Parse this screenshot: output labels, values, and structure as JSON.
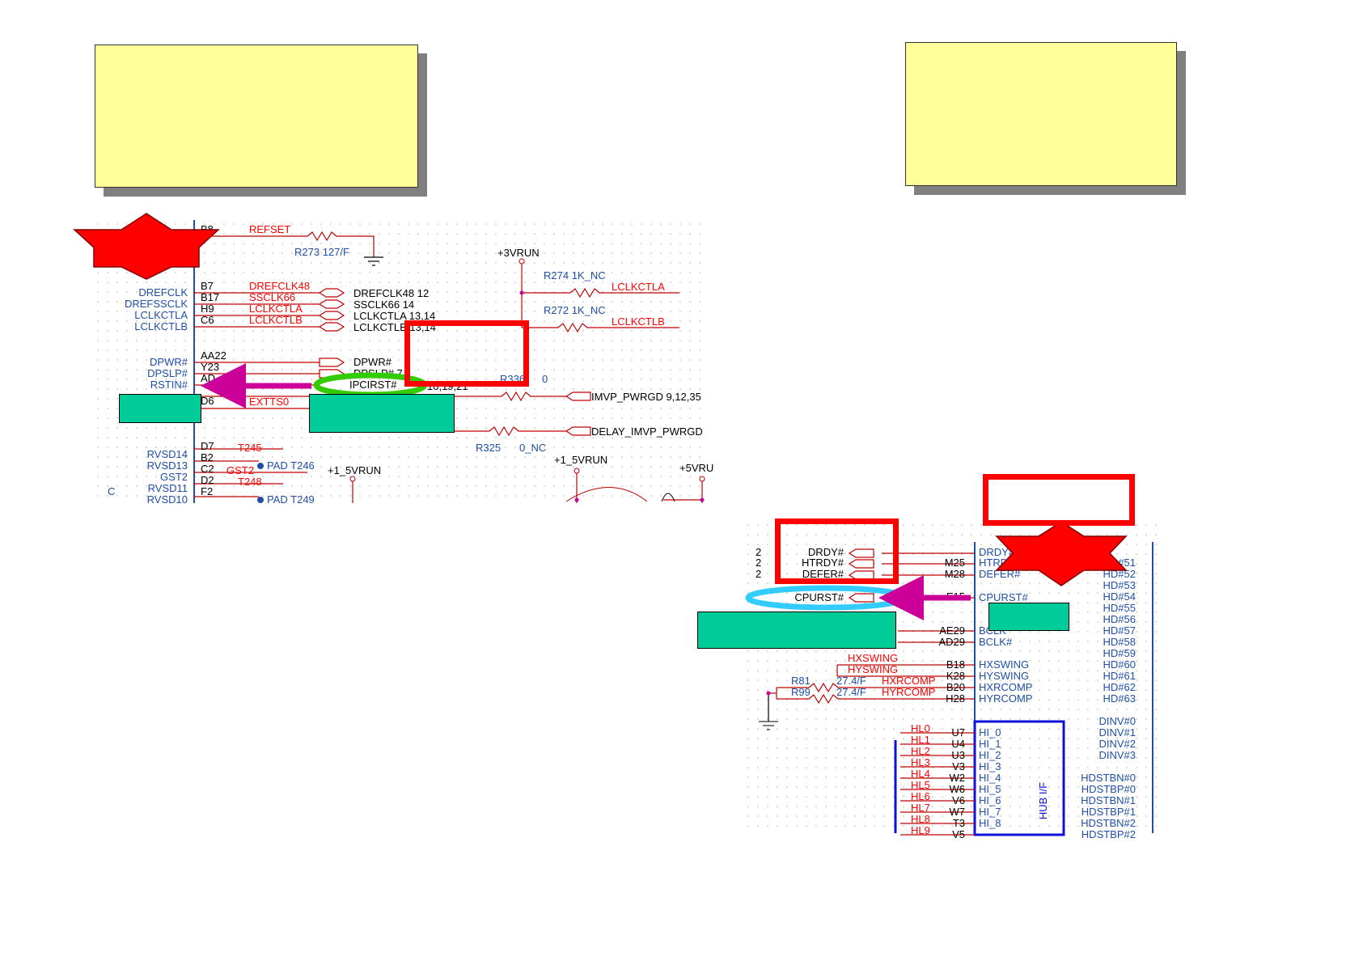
{
  "colors": {
    "net_blue": "#1f4fa8",
    "net_red": "#ff0000",
    "wire_red": "#c00000",
    "note_yellow": "#ffff99",
    "tag_teal": "#00cc99",
    "arrow_magenta": "#cc0099",
    "oval_green": "#33cc00",
    "oval_cyan": "#33ccff"
  },
  "left": {
    "pins_left": [
      "DREFCLK",
      "DREFSSCLK",
      "LCLKCTLA",
      "LCLKCTLB",
      "DPWR#",
      "DPSLP#",
      "RSTIN#",
      "RVSD14",
      "RVSD13",
      "GST2",
      "RVSD11",
      "RVSD10"
    ],
    "balls": [
      "B8",
      "B7",
      "B17",
      "H9",
      "C6",
      "AA22",
      "Y23",
      "AD",
      "D6",
      "D7",
      "B2",
      "C2",
      "D2",
      "F2"
    ],
    "nets_red": [
      "REFSET",
      "DREFCLK48",
      "SSCLK66",
      "LCLKCTLA",
      "LCLKCTLB",
      "EXTTS0",
      "T245",
      "GST2",
      "T248"
    ],
    "offpage": [
      "DREFCLK48  12",
      "SSCLK66  14",
      "LCLKCTLA  13,14",
      "LCLKCTLB  13,14",
      "DPWR#",
      "DPSLP#  7",
      "IPCIRST#",
      "IMVP_PWRGD  9,12,35",
      "DELAY_IMVP_PWRGD"
    ],
    "parts": [
      "R273   127/F",
      "R274   1K_NC",
      "R272   1K_NC",
      "R336",
      "0",
      "R325",
      "0_NC"
    ],
    "rails": [
      "+3VRUN",
      "+1_5VRUN",
      "+1_5VRUN",
      "+5VRU"
    ],
    "pads": [
      "PAD T246",
      "PAD T249"
    ],
    "right_nets": [
      "LCLKCTLA",
      "LCLKCTLB"
    ],
    "xref": "10,19,21",
    "block_letter": "C"
  },
  "right": {
    "inputs": [
      "DRDY#",
      "HTRDY#",
      "DEFER#",
      "CPURST#"
    ],
    "input_pages": [
      "2",
      "2",
      "2"
    ],
    "balls": [
      "M25",
      "M28",
      "E15",
      "AE29",
      "AD29",
      "B18",
      "K28",
      "B20",
      "H28",
      "U7",
      "U4",
      "U3",
      "V3",
      "W2",
      "W6",
      "V6",
      "W7",
      "T3",
      "V5"
    ],
    "pins": [
      "DRDY#",
      "HTRDY#",
      "DEFER#",
      "CPURST#",
      "BCLK",
      "BCLK#",
      "HXSWING",
      "HYSWING",
      "HXRCOMP",
      "HYRCOMP",
      "HI_0",
      "HI_1",
      "HI_2",
      "HI_3",
      "HI_4",
      "HI_5",
      "HI_6",
      "HI_7",
      "HI_8"
    ],
    "nets_red": [
      "HXSWING",
      "HYSWING",
      "HXRCOMP",
      "HYRCOMP",
      "HL0",
      "HL1",
      "HL2",
      "HL3",
      "HL4",
      "HL5",
      "HL6",
      "HL7",
      "HL8",
      "HL9"
    ],
    "parts": [
      "R81",
      "R99",
      "27.4/F",
      "27.4/F"
    ],
    "hd_pins": [
      "HD#51",
      "HD#52",
      "HD#53",
      "HD#54",
      "HD#55",
      "HD#56",
      "HD#57",
      "HD#58",
      "HD#59",
      "HD#60",
      "HD#61",
      "HD#62",
      "HD#63"
    ],
    "din_pins": [
      "DINV#0",
      "DINV#1",
      "DINV#2",
      "DINV#3"
    ],
    "strobe_pins": [
      "HDSTBN#0",
      "HDSTBP#0",
      "HDSTBN#1",
      "HDSTBP#1",
      "HDSTBN#2",
      "HDSTBP#2"
    ],
    "hub_label": "HUB I/F"
  }
}
